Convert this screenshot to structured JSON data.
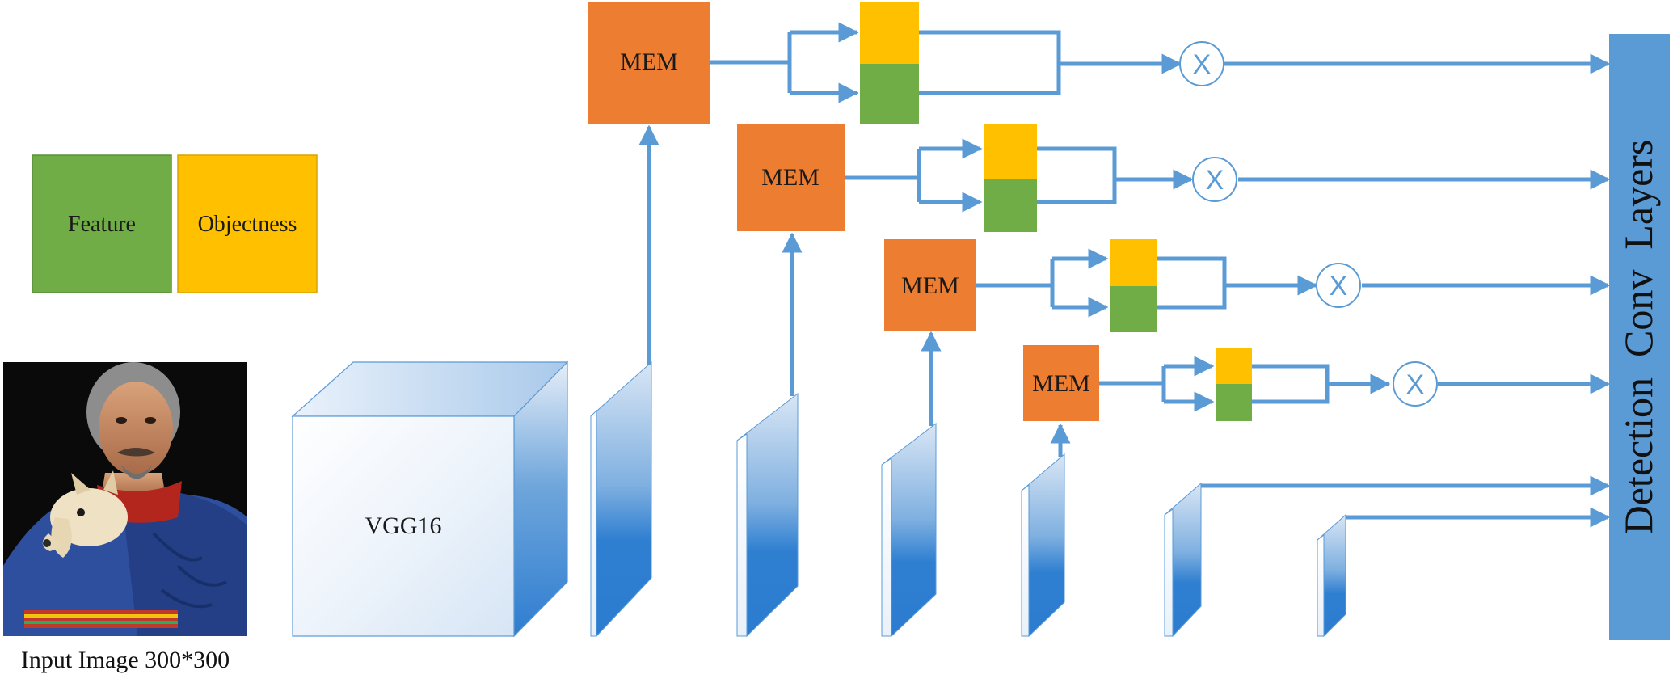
{
  "legend": {
    "feature_label": "Feature",
    "objectness_label": "Objectness",
    "feature_color": "#70ad47",
    "objectness_color": "#ffc000"
  },
  "input": {
    "caption": "Input Image 300*300"
  },
  "backbone": {
    "label": "VGG16"
  },
  "modules": [
    {
      "label": "MEM"
    },
    {
      "label": "MEM"
    },
    {
      "label": "MEM"
    },
    {
      "label": "MEM"
    }
  ],
  "multiply_symbol": "X",
  "detection": {
    "label": "Detection  Conv  Layers",
    "color": "#5b9bd5"
  },
  "colors": {
    "mem": "#ed7d31",
    "arrow": "#5b9bd5"
  }
}
